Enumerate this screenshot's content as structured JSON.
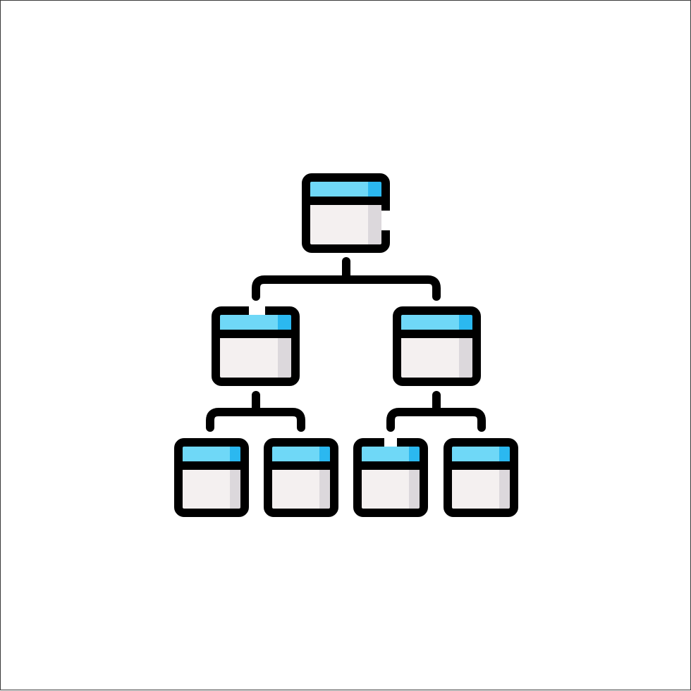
{
  "icon": {
    "name": "hierarchy-structure-icon",
    "colors": {
      "background": "#ffffff",
      "frame_border": "#3a3a3a",
      "outline": "#000000",
      "header_light": "#6fd8f7",
      "header_dark": "#2bb8f0",
      "body_light": "#f4f0f0",
      "body_dark": "#dcd8dc"
    },
    "levels": [
      {
        "level": 1,
        "nodes": 1
      },
      {
        "level": 2,
        "nodes": 2
      },
      {
        "level": 3,
        "nodes": 4
      }
    ]
  }
}
